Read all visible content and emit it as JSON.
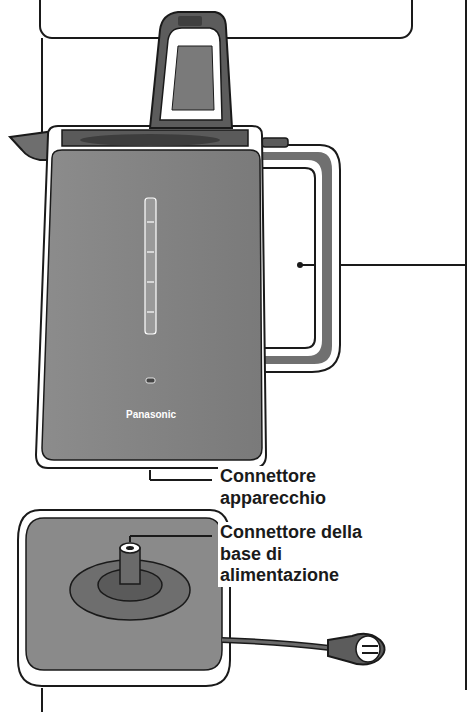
{
  "diagram": {
    "labels": [
      "Connettore apparecchio",
      "Connettore della base di alimentazione",
      "Panasonic"
    ]
  }
}
